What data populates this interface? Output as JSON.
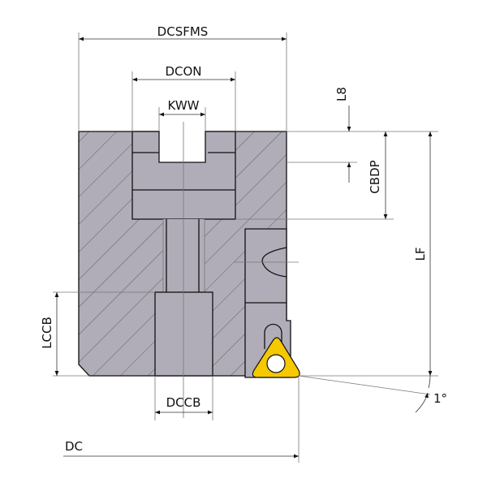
{
  "title": "Face mill cutter cross-section dimension diagram",
  "labels": {
    "dcsfms": "DCSFMS",
    "dcon": "DCON",
    "kww": "KWW",
    "l8": "L8",
    "cbdp": "CBDP",
    "lf": "LF",
    "lccb": "LCCB",
    "dccb": "DCCB",
    "dc": "DC",
    "angle": "1°"
  },
  "colors": {
    "body": "#b0adb8",
    "insert": "#f5c800",
    "outline": "#111111",
    "hatch": "#555555"
  }
}
